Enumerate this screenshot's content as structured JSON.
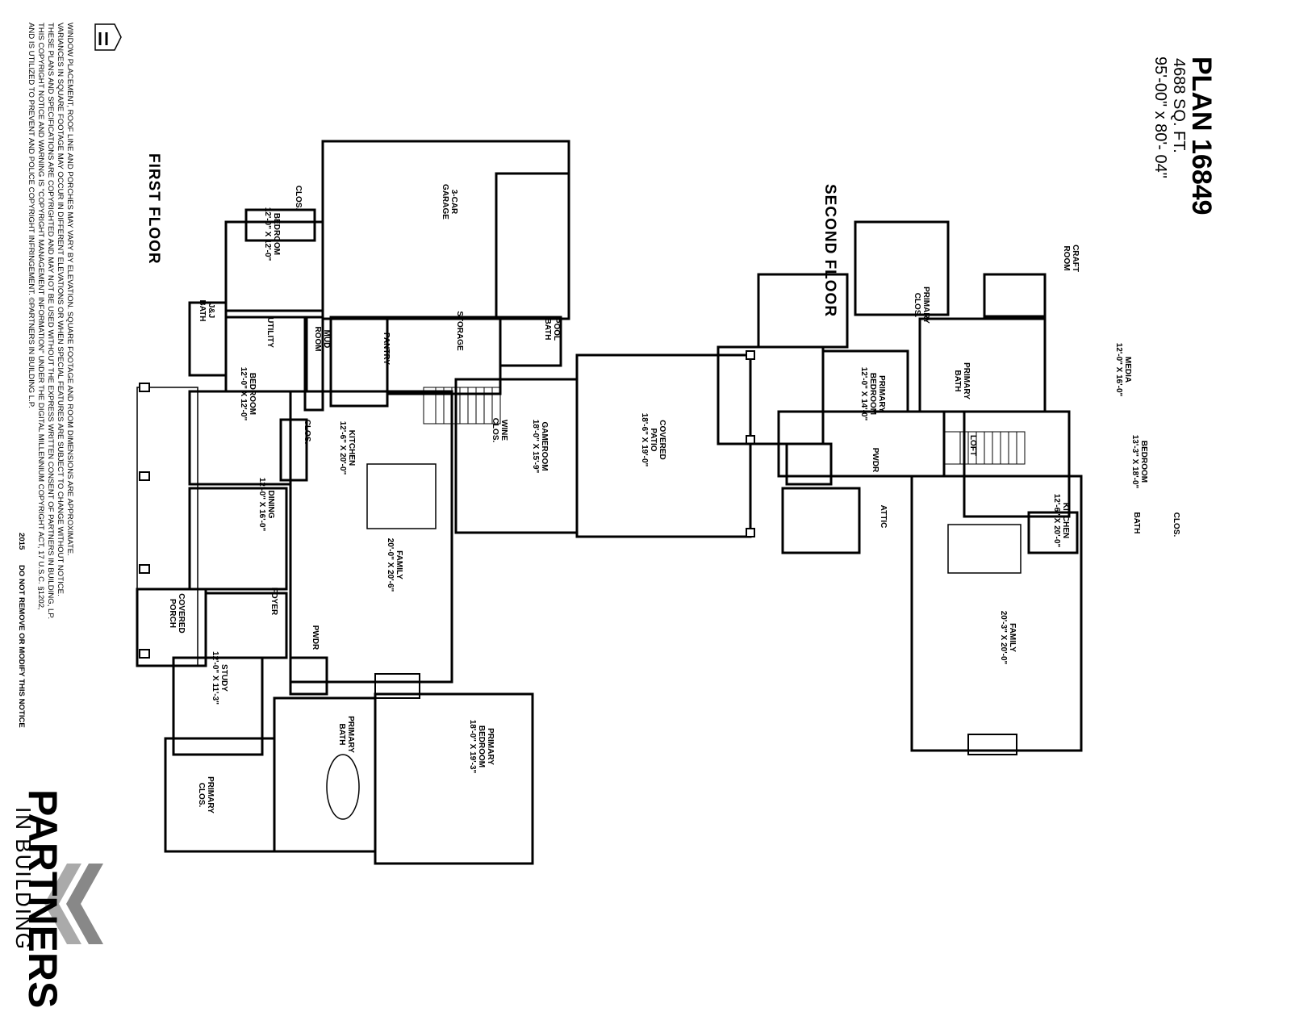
{
  "plan": {
    "title": "PLAN 16849",
    "sqft": "4688 SQ. FT.",
    "dimensions": "95'-00\" x 80'- 04\""
  },
  "floors": {
    "first": "FIRST FLOOR",
    "second": "SECOND FLOOR"
  },
  "first_floor_rooms": [
    {
      "name": "3-CAR",
      "name2": "GARAGE",
      "size": ""
    },
    {
      "name": "BEDROOM",
      "name2": "",
      "size": "12'-0\" X 12'-0\""
    },
    {
      "name": "CLOS.",
      "name2": "",
      "size": ""
    },
    {
      "name": "J&J",
      "name2": "BATH",
      "size": ""
    },
    {
      "name": "UTILITY",
      "name2": "",
      "size": ""
    },
    {
      "name": "MUD",
      "name2": "ROOM",
      "size": ""
    },
    {
      "name": "PANTRY",
      "name2": "",
      "size": ""
    },
    {
      "name": "STORAGE",
      "name2": "",
      "size": ""
    },
    {
      "name": "POOL",
      "name2": "BATH",
      "size": ""
    },
    {
      "name": "COVERED",
      "name2": "PATIO",
      "size": "18'-6\" X 19'-0\""
    },
    {
      "name": "GAMEROOM",
      "name2": "",
      "size": "18'-0\" X 15'-9\""
    },
    {
      "name": "WINE",
      "name2": "CLOS.",
      "size": ""
    },
    {
      "name": "KITCHEN",
      "name2": "",
      "size": "12'-6\" X 20'-0\""
    },
    {
      "name": "BEDROOM",
      "name2": "",
      "size": "12'-0\" X 12'-0\""
    },
    {
      "name": "CLOS.",
      "name2": "",
      "size": ""
    },
    {
      "name": "DINING",
      "name2": "",
      "size": "12'-0\" X 16'-0\""
    },
    {
      "name": "FAMILY",
      "name2": "",
      "size": "20'-0\" X 20'-6\""
    },
    {
      "name": "FOYER",
      "name2": "",
      "size": ""
    },
    {
      "name": "COVERED",
      "name2": "PORCH",
      "size": ""
    },
    {
      "name": "STUDY",
      "name2": "",
      "size": "12'-0\" X 11'-3\""
    },
    {
      "name": "PWDR",
      "name2": "",
      "size": ""
    },
    {
      "name": "PRIMARY",
      "name2": "BATH",
      "size": ""
    },
    {
      "name": "PRIMARY",
      "name2": "BEDROOM",
      "size": "18'-0\" X 19'-3\""
    },
    {
      "name": "PRIMARY",
      "name2": "CLOS.",
      "size": ""
    }
  ],
  "second_floor_rooms": [
    {
      "name": "CRAFT",
      "name2": "ROOM",
      "size": ""
    },
    {
      "name": "PRIMARY",
      "name2": "CLOS.",
      "size": ""
    },
    {
      "name": "MEDIA",
      "name2": "",
      "size": "12'-0\" X 16'-0\""
    },
    {
      "name": "PRIMARY",
      "name2": "BATH",
      "size": ""
    },
    {
      "name": "PRIMARY",
      "name2": "BEDROOM",
      "size": "12'-0\" X 14'-0\""
    },
    {
      "name": "LOFT",
      "name2": "",
      "size": ""
    },
    {
      "name": "BEDROOM",
      "name2": "",
      "size": "13'-3\" X 18'-0\""
    },
    {
      "name": "PWDR",
      "name2": "",
      "size": ""
    },
    {
      "name": "ATTIC",
      "name2": "",
      "size": ""
    },
    {
      "name": "KITCHEN",
      "name2": "",
      "size": "12'-6\" X 20'-0\""
    },
    {
      "name": "BATH",
      "name2": "",
      "size": ""
    },
    {
      "name": "CLOS.",
      "name2": "",
      "size": ""
    },
    {
      "name": "FAMILY",
      "name2": "",
      "size": "20'-3\" X 20'-0\""
    }
  ],
  "notice": {
    "lines": [
      "WINDOW PLACEMENT, ROOF LINE AND PORCHES MAY VARY BY ELEVATION. SQUARE FOOTAGE AND ROOM DIMENSIONS ARE APPROXIMATE.",
      "VARIANCES IN SQUARE FOOTAGE MAY OCCUR IN DIFFERENT ELEVATIONS OR WHEN SPECIAL FEATURES ARE SUBJECT TO CHANGE WITHOUT NOTICE.",
      "THESE PLANS AND SPECIFICATIONS ARE COPYRIGHTED AND MAY NOT BE USED WITHOUT THE EXPRESS WRITTEN CONSENT OF PARTNERS IN BUILDING, LP.",
      "THIS COPYRIGHT NOTICE AND WARNING IS \"COPYRIGHT MANAGEMENT INFORMATION\" UNDER THE DIGITAL MILLENNIUM COPYRIGHT ACT, 17 U.S.C. §1202,",
      "AND IS UTILIZED TO PREVENT AND POLICE COPYRIGHT INFRINGEMENT. ©PARTNERS IN BUILDING L.P."
    ],
    "year": "2015",
    "warning": "DO NOT REMOVE OR MODIFY THIS NOTICE"
  },
  "brand": {
    "name": "PARTNERS",
    "sub": "IN BUILDING"
  },
  "icons": {
    "equal_housing": "equal-housing-icon",
    "chevron_logo": "chevron-logo-icon"
  }
}
